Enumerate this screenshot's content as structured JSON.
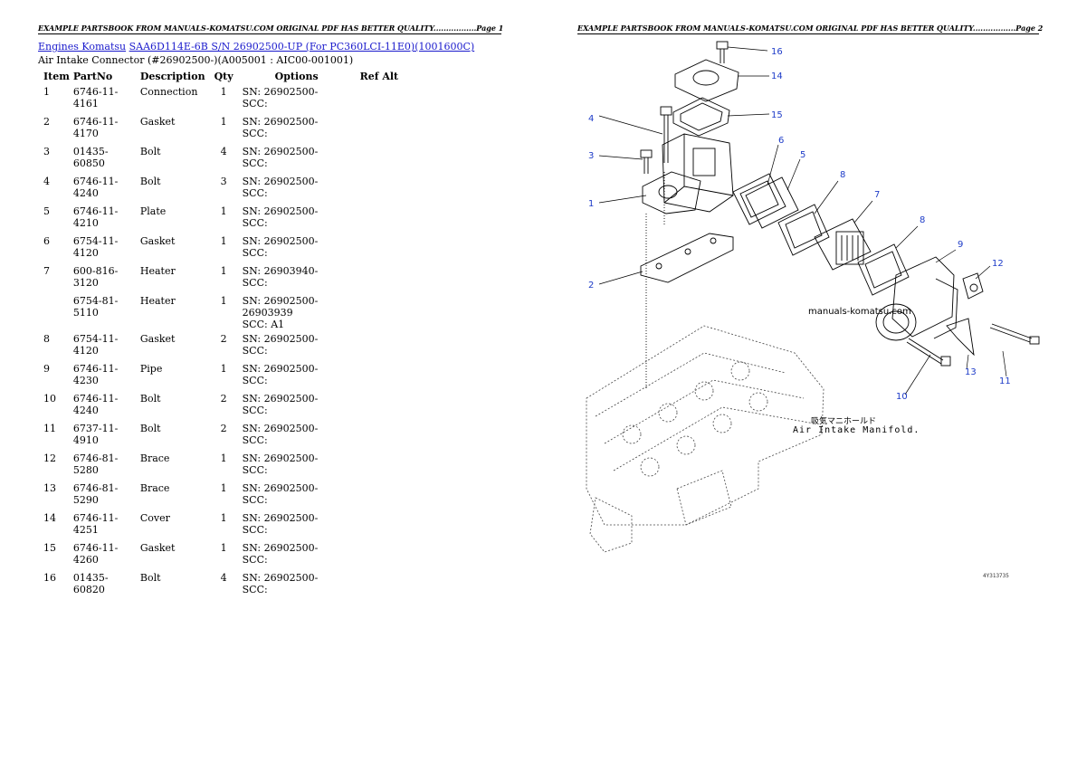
{
  "headers": {
    "page1": "EXAMPLE PARTSBOOK FROM MANUALS-KOMATSU.COM ORIGINAL PDF HAS BETTER QUALITY.................Page 1",
    "page2": "EXAMPLE PARTSBOOK FROM MANUALS-KOMATSU.COM ORIGINAL PDF HAS BETTER QUALITY.................Page 2"
  },
  "breadcrumb": {
    "link1": "Engines Komatsu",
    "link2": "SAA6D114E-6B S/N 26902500-UP (For PC360LCI-11E0)(1001600C)"
  },
  "subtitle": "Air Intake Connector (#26902500-)(A005001 : AIC00-001001)",
  "table": {
    "headers": {
      "item": "Item",
      "partno": "PartNo",
      "description": "Description",
      "qty": "Qty",
      "options": "Options",
      "refalt": "Ref Alt"
    },
    "rows": [
      {
        "item": "1",
        "partno": "6746-11-4161",
        "description": "Connection",
        "qty": "1",
        "options": "SN: 26902500-\nSCC:"
      },
      {
        "item": "2",
        "partno": "6746-11-4170",
        "description": "Gasket",
        "qty": "1",
        "options": "SN: 26902500-\nSCC:"
      },
      {
        "item": "3",
        "partno": "01435-60850",
        "description": "Bolt",
        "qty": "4",
        "options": "SN: 26902500-\nSCC:"
      },
      {
        "item": "4",
        "partno": "6746-11-4240",
        "description": "Bolt",
        "qty": "3",
        "options": "SN: 26902500-\nSCC:"
      },
      {
        "item": "5",
        "partno": "6746-11-4210",
        "description": "Plate",
        "qty": "1",
        "options": "SN: 26902500-\nSCC:"
      },
      {
        "item": "6",
        "partno": "6754-11-4120",
        "description": "Gasket",
        "qty": "1",
        "options": "SN: 26902500-\nSCC:"
      },
      {
        "item": "7",
        "partno": "600-816-3120",
        "description": "Heater",
        "qty": "1",
        "options": "SN: 26903940-\nSCC:"
      },
      {
        "item": "",
        "partno": "6754-81-5110",
        "description": "Heater",
        "qty": "1",
        "options": "SN: 26902500-26903939\nSCC: A1"
      },
      {
        "item": "8",
        "partno": "6754-11-4120",
        "description": "Gasket",
        "qty": "2",
        "options": "SN: 26902500-\nSCC:"
      },
      {
        "item": "9",
        "partno": "6746-11-4230",
        "description": "Pipe",
        "qty": "1",
        "options": "SN: 26902500-\nSCC:"
      },
      {
        "item": "10",
        "partno": "6746-11-4240",
        "description": "Bolt",
        "qty": "2",
        "options": "SN: 26902500-\nSCC:"
      },
      {
        "item": "11",
        "partno": "6737-11-4910",
        "description": "Bolt",
        "qty": "2",
        "options": "SN: 26902500-\nSCC:"
      },
      {
        "item": "12",
        "partno": "6746-81-5280",
        "description": "Brace",
        "qty": "1",
        "options": "SN: 26902500-\nSCC:"
      },
      {
        "item": "13",
        "partno": "6746-81-5290",
        "description": "Brace",
        "qty": "1",
        "options": "SN: 26902500-\nSCC:"
      },
      {
        "item": "14",
        "partno": "6746-11-4251",
        "description": "Cover",
        "qty": "1",
        "options": "SN: 26902500-\nSCC:"
      },
      {
        "item": "15",
        "partno": "6746-11-4260",
        "description": "Gasket",
        "qty": "1",
        "options": "SN: 26902500-\nSCC:"
      },
      {
        "item": "16",
        "partno": "01435-60820",
        "description": "Bolt",
        "qty": "4",
        "options": "SN: 26902500-\nSCC:"
      }
    ]
  },
  "diagram": {
    "callouts": [
      "16",
      "14",
      "15",
      "4",
      "6",
      "5",
      "3",
      "8",
      "7",
      "1",
      "8",
      "9",
      "12",
      "2",
      "13",
      "11",
      "10"
    ],
    "watermark": "manuals-komatsu.com",
    "caption_jp": "吸気マニホールド",
    "caption_en": "Air Intake Manifold.",
    "figure_number": "4Y313735"
  },
  "colors": {
    "link": "#1a1acc",
    "callout": "#1e3cc8"
  }
}
